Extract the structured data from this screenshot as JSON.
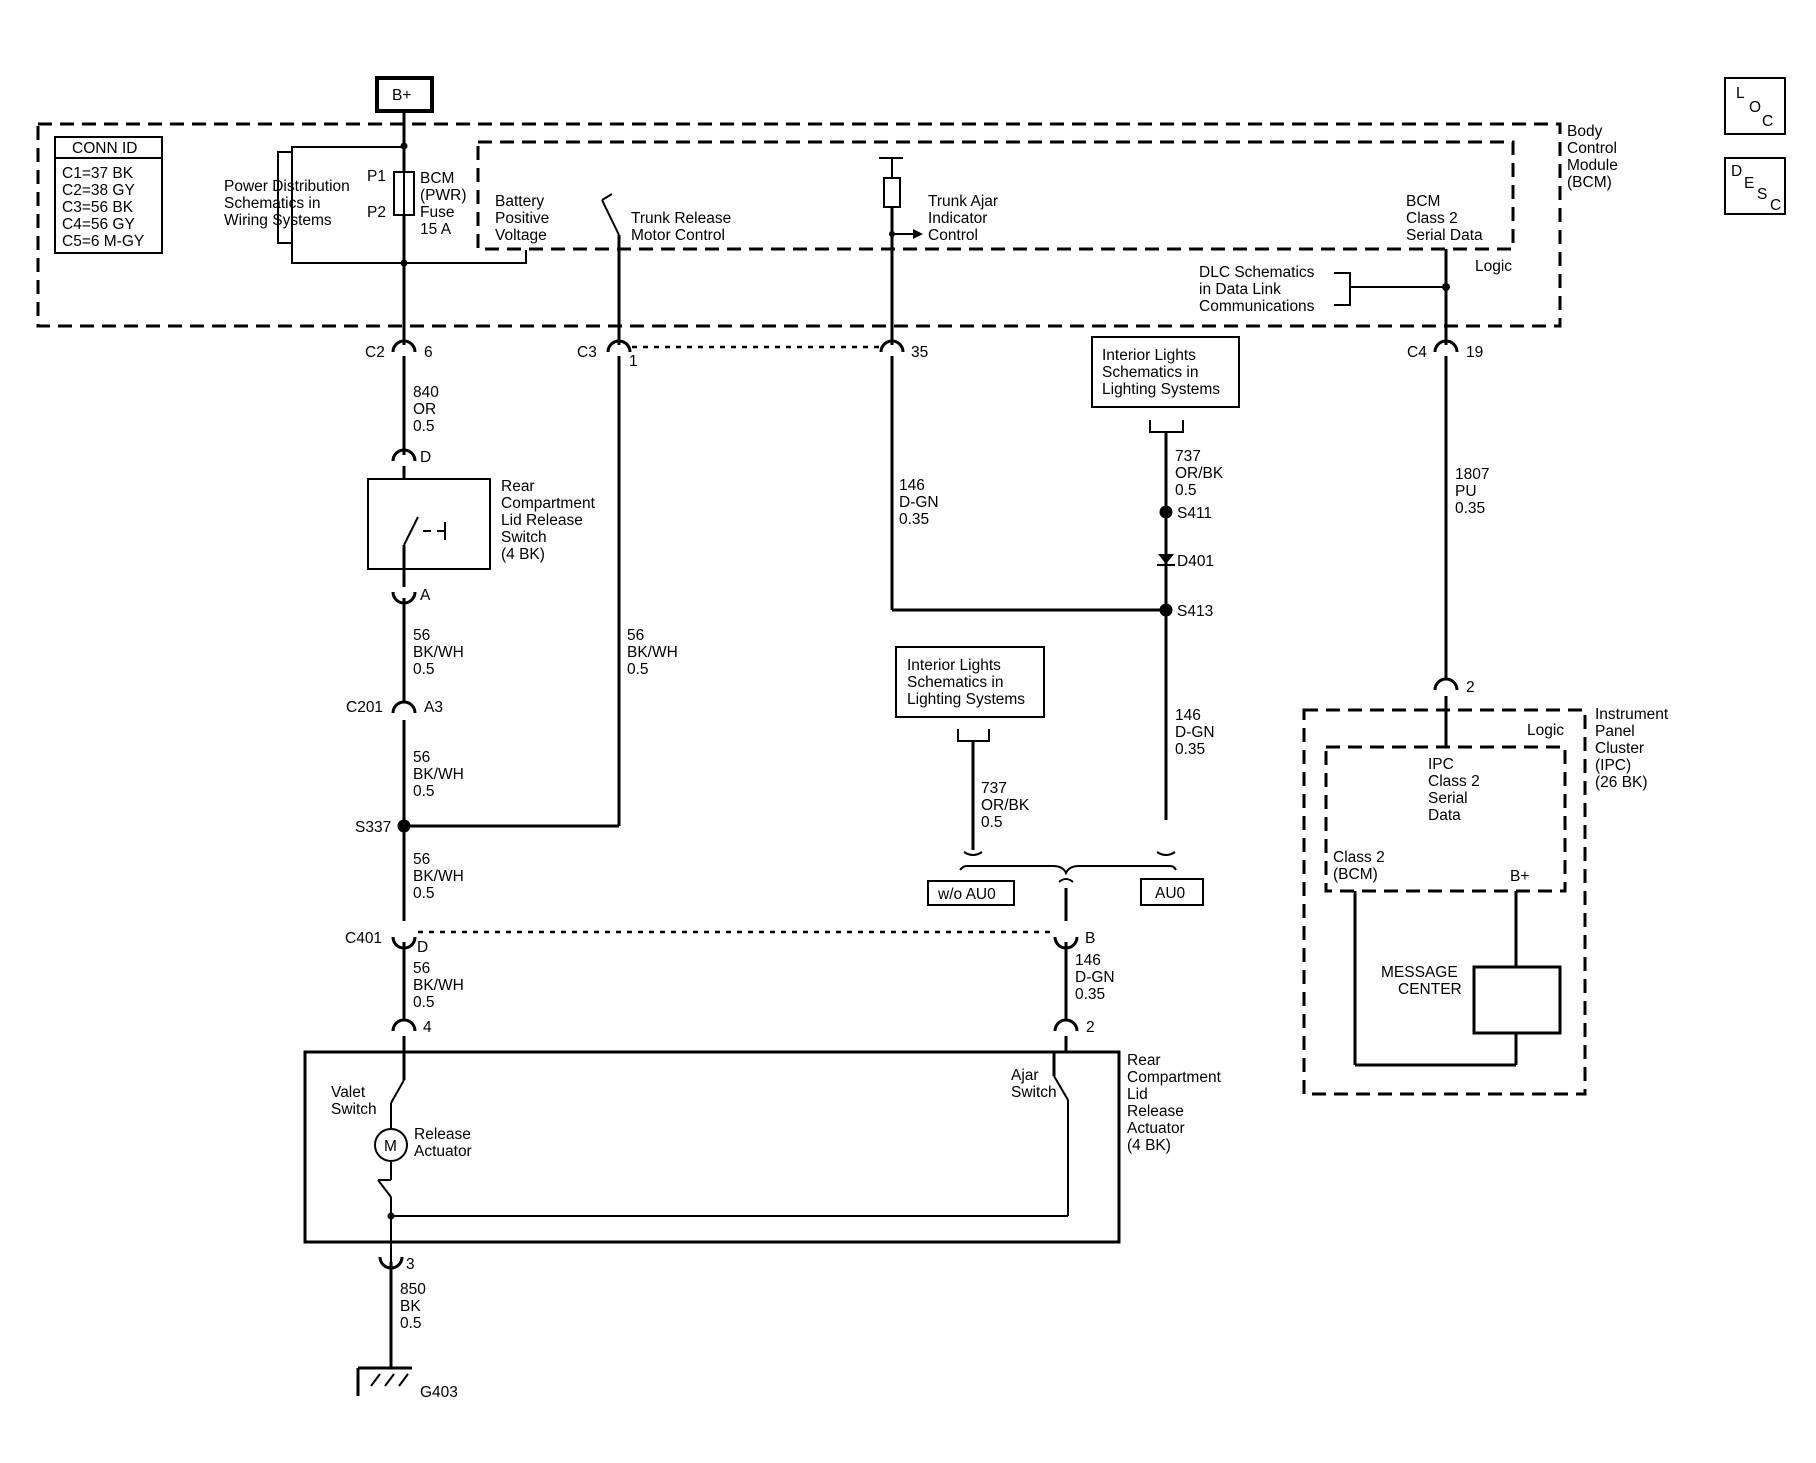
{
  "power": {
    "label": "B+"
  },
  "icons": {
    "loc": [
      "L",
      "O",
      "C"
    ],
    "desc": [
      "D",
      "E",
      "S",
      "C"
    ]
  },
  "conn_id": {
    "title": "CONN ID",
    "lines": [
      "C1=37 BK",
      "C2=38 GY",
      "C3=56 BK",
      "C4=56 GY",
      "C5=6 M-GY"
    ]
  },
  "bcm": {
    "title": [
      "Body",
      "Control",
      "Module",
      "(BCM)"
    ],
    "power_dist_ref": [
      "Power Distribution",
      "Schematics in",
      "Wiring Systems"
    ],
    "fuse_pins": [
      "P1",
      "P2"
    ],
    "fuse": [
      "BCM",
      "(PWR)",
      "Fuse",
      "15 A"
    ],
    "battery": [
      "Battery",
      "Positive",
      "Voltage"
    ],
    "trunk_release": [
      "Trunk Release",
      "Motor Control"
    ],
    "trunk_ajar": [
      "Trunk Ajar",
      "Indicator",
      "Control"
    ],
    "serial": [
      "BCM",
      "Class 2",
      "Serial Data"
    ],
    "logic": "Logic",
    "dlc_ref": [
      "DLC Schematics",
      "in Data Link",
      "Communications"
    ]
  },
  "connectors": {
    "c2": {
      "name": "C2",
      "pin": "6"
    },
    "c3": {
      "name": "C3",
      "pin": "1"
    },
    "c3b": {
      "pin": "35"
    },
    "c4": {
      "name": "C4",
      "pin": "19"
    },
    "sw_d": "D",
    "sw_a": "A",
    "c201": {
      "name": "C201",
      "pin": "A3"
    },
    "c401": {
      "name": "C401",
      "pin_left": "D",
      "pin_right": "B"
    },
    "act_4": "4",
    "act_2": "2",
    "act_3": "3",
    "ipc_2": "2"
  },
  "wires": {
    "w840": [
      "840",
      "OR",
      "0.5"
    ],
    "w56a": [
      "56",
      "BK/WH",
      "0.5"
    ],
    "w56b": [
      "56",
      "BK/WH",
      "0.5"
    ],
    "w56c": [
      "56",
      "BK/WH",
      "0.5"
    ],
    "w56d": [
      "56",
      "BK/WH",
      "0.5"
    ],
    "w56e": [
      "56",
      "BK/WH",
      "0.5"
    ],
    "w146a": [
      "146",
      "D-GN",
      "0.35"
    ],
    "w146b": [
      "146",
      "D-GN",
      "0.35"
    ],
    "w146c": [
      "146",
      "D-GN",
      "0.35"
    ],
    "w737a": [
      "737",
      "OR/BK",
      "0.5"
    ],
    "w737b": [
      "737",
      "OR/BK",
      "0.5"
    ],
    "w1807": [
      "1807",
      "PU",
      "0.35"
    ],
    "w850": [
      "850",
      "BK",
      "0.5"
    ]
  },
  "splices": {
    "s411": "S411",
    "d401": "D401",
    "s413": "S413",
    "s337": "S337",
    "g403": "G403"
  },
  "interior_ref_1": [
    "Interior Lights",
    "Schematics in",
    "Lighting Systems"
  ],
  "interior_ref_2": [
    "Interior Lights",
    "Schematics in",
    "Lighting Systems"
  ],
  "options": {
    "without": "w/o AU0",
    "with": "AU0"
  },
  "switch": {
    "label": [
      "Rear",
      "Compartment",
      "Lid Release",
      "Switch",
      "(4 BK)"
    ]
  },
  "actuator": {
    "label": [
      "Rear",
      "Compartment",
      "Lid",
      "Release",
      "Actuator",
      "(4 BK)"
    ],
    "valet": [
      "Valet",
      "Switch"
    ],
    "motor_symbol": "M",
    "release": [
      "Release",
      "Actuator"
    ],
    "ajar": [
      "Ajar",
      "Switch"
    ]
  },
  "ipc": {
    "label": [
      "Instrument",
      "Panel",
      "Cluster",
      "(IPC)",
      "(26 BK)"
    ],
    "logic": "Logic",
    "serial": [
      "IPC",
      "Class 2",
      "Serial",
      "Data"
    ],
    "class2": [
      "Class 2",
      "(BCM)"
    ],
    "bplus": "B+",
    "message": [
      "MESSAGE",
      "CENTER"
    ]
  }
}
